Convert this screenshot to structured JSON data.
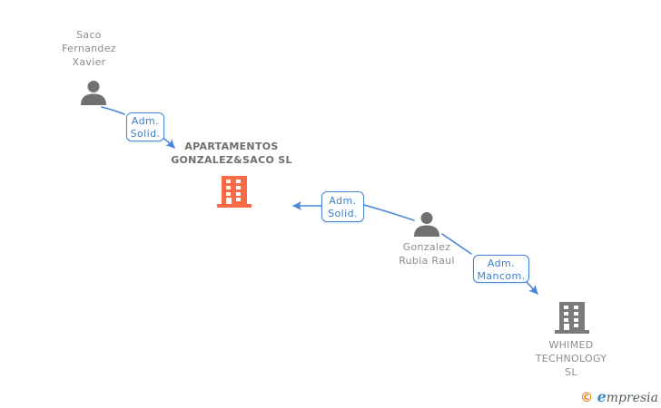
{
  "diagram": {
    "persons": [
      {
        "name": "Saco Fernandez Xavier"
      },
      {
        "name": "Gonzalez Rubia Raul"
      }
    ],
    "companies": [
      {
        "name": "APARTAMENTOS GONZALEZ&SACO SL",
        "focus": true
      },
      {
        "name": "WHIMED TECHNOLOGY SL",
        "focus": false
      }
    ],
    "relationships": [
      {
        "from": "Saco Fernandez Xavier",
        "to": "APARTAMENTOS GONZALEZ&SACO SL",
        "line1": "Adm.",
        "line2": "Solid."
      },
      {
        "from": "Gonzalez Rubia Raul",
        "to": "APARTAMENTOS GONZALEZ&SACO SL",
        "line1": "Adm.",
        "line2": "Solid."
      },
      {
        "from": "Gonzalez Rubia Raul",
        "to": "WHIMED TECHNOLOGY SL",
        "line1": "Adm.",
        "line2": "Mancom."
      }
    ],
    "icons": [
      "person-icon",
      "person-icon",
      "building-icon",
      "building-icon",
      "arrow-icon"
    ],
    "colors": {
      "accent_blue": "#4a86d8",
      "label_text_blue": "#3d7ed2",
      "person_gray": "#707070",
      "company_focus_orange": "#f96b44",
      "company_gray": "#7b7b7b",
      "name_text_gray": "#8c8c8c",
      "title_text_gray": "#6e6e6e",
      "logo_orange": "#e8831d",
      "logo_blue": "#3f87c7",
      "logo_dark": "#55605a",
      "background": "#ffffff"
    }
  },
  "footer": {
    "copyright_symbol": "©",
    "brand_first_letter": "e",
    "brand_rest": "mpresia"
  }
}
